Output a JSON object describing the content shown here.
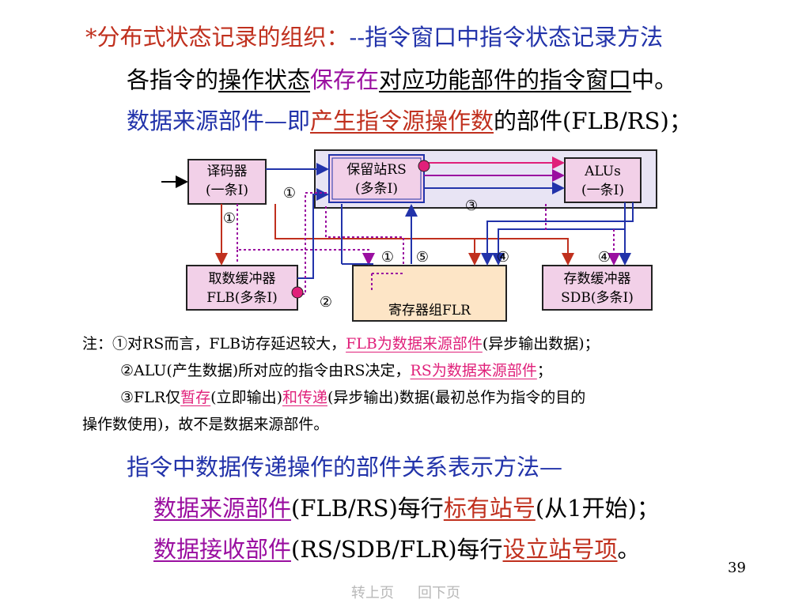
{
  "title": {
    "star": "*",
    "part1": "分布式状态记录的组织：",
    "part2": "--指令窗口中指令状态记录方法"
  },
  "line1": {
    "t1": "各指令的",
    "t2": "操作状态",
    "t3": "保存在",
    "t4": "对应功能部件的指令窗口",
    "t5": "中。"
  },
  "line2": {
    "t1": "数据来源部件—即",
    "t2": "产生指令源操作数",
    "t3": "的部件(FLB/RS)；"
  },
  "diagram": {
    "decoder": {
      "l1": "译码器",
      "l2": "(一条I)"
    },
    "rs": {
      "l1": "保留站RS",
      "l2": "(多条I)"
    },
    "alus": {
      "l1": "ALUs",
      "l2": "(一条I)"
    },
    "flb": {
      "l1": "取数缓冲器",
      "l2": "FLB(多条I)"
    },
    "regs": {
      "l1": "寄存器组FLR"
    },
    "sdb": {
      "l1": "存数缓冲器",
      "l2": "SDB(多条I)"
    },
    "markers": {
      "m1a": "①",
      "m1b": "①",
      "m1c": "①",
      "m5": "⑤",
      "m4a": "④",
      "m4b": "④",
      "m3": "③",
      "m2": "②"
    }
  },
  "notes": {
    "n1": {
      "t1": "注：①对RS而言，FLB访存延迟较大，",
      "t2": "FLB为数据来源部件",
      "t3": "(异步输出数据)；"
    },
    "n2": {
      "t1": "②ALU(产生数据)所对应的指令由RS决定，",
      "t2": "RS为数据来源部件",
      "t3": "；"
    },
    "n3": {
      "t1": "③FLR仅",
      "t2": "暂存",
      "t3": "(立即输出)",
      "t4": "和传递",
      "t5": "(异步输出)数据(最初总作为指令的目的"
    },
    "n4": {
      "t1": "操作数使用)，故不是数据来源部件。"
    }
  },
  "bottom": {
    "b1": "指令中数据传递操作的部件关系表示方法—",
    "b2": {
      "t1": "数据来源部件",
      "t2": "(FLB/RS)每行",
      "t3": "标有站号",
      "t4": "(从1开始)；"
    },
    "b3": {
      "t1": "数据接收部件",
      "t2": "(RS/SDB/FLR)每行",
      "t3": "设立站号项",
      "t4": "。"
    }
  },
  "page_number": "39",
  "nav": {
    "prev": "转上页",
    "next": "回下页"
  },
  "colors": {
    "red": "#c0301e",
    "blue": "#2233aa",
    "pink": "#e0207a",
    "purple": "#9a0fa0",
    "box_fill": "#f2d0e8",
    "reg_fill": "#fde5c6"
  }
}
